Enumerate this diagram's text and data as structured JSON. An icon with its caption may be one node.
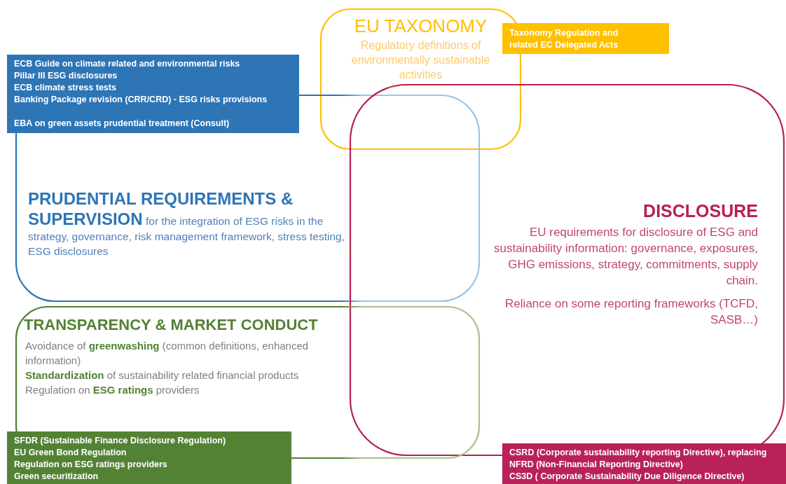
{
  "diagram": {
    "nodes": [
      {
        "text": [
          "EU TAXONOMY",
          "Regulatory definitions of environmentally sustainable activities"
        ]
      },
      {
        "text": [
          "Taxonomy Regulation and related EC Delegated Acts"
        ]
      },
      {
        "text": [
          "ECB Guide on climate related and environmental risks",
          "Pillar III ESG disclosures",
          "ECB climate stress tests",
          "Banking Package revision (CRR/CRD)  - ESG risks  provisions",
          "EBA on green assets prudential treatment (Consult)"
        ]
      },
      {
        "text": [
          "PRUDENTIAL REQUIREMENTS & SUPERVISION",
          "for the integration of ESG risks in the strategy, governance, risk management framework, stress testing, ESG disclosures"
        ]
      },
      {
        "text": [
          "DISCLOSURE",
          "EU requirements for disclosure of ESG and sustainability  information: governance, exposures, GHG emissions, strategy, commitments, supply chain.",
          "Reliance on some reporting frameworks (TCFD, SASB…)"
        ]
      },
      {
        "text": [
          "TRANSPARENCY & MARKET CONDUCT",
          "Avoidance of **greenwashing** (common definitions, enhanced information)",
          "**Standardization** of sustainability related financial products",
          "Regulation on **ESG ratings** providers"
        ]
      },
      {
        "text": [
          "SFDR (Sustainable Finance Disclosure Regulation)",
          "EU Green Bond Regulation",
          "Regulation on ESG ratings providers",
          "Green securitization"
        ]
      },
      {
        "text": [
          "CSRD (Corporate sustainability reporting Directive), replacing",
          "NFRD (Non-Financial Reporting Directive)",
          "CS3D ( Corporate Sustainability Due Diligence Directive)"
        ]
      }
    ]
  }
}
